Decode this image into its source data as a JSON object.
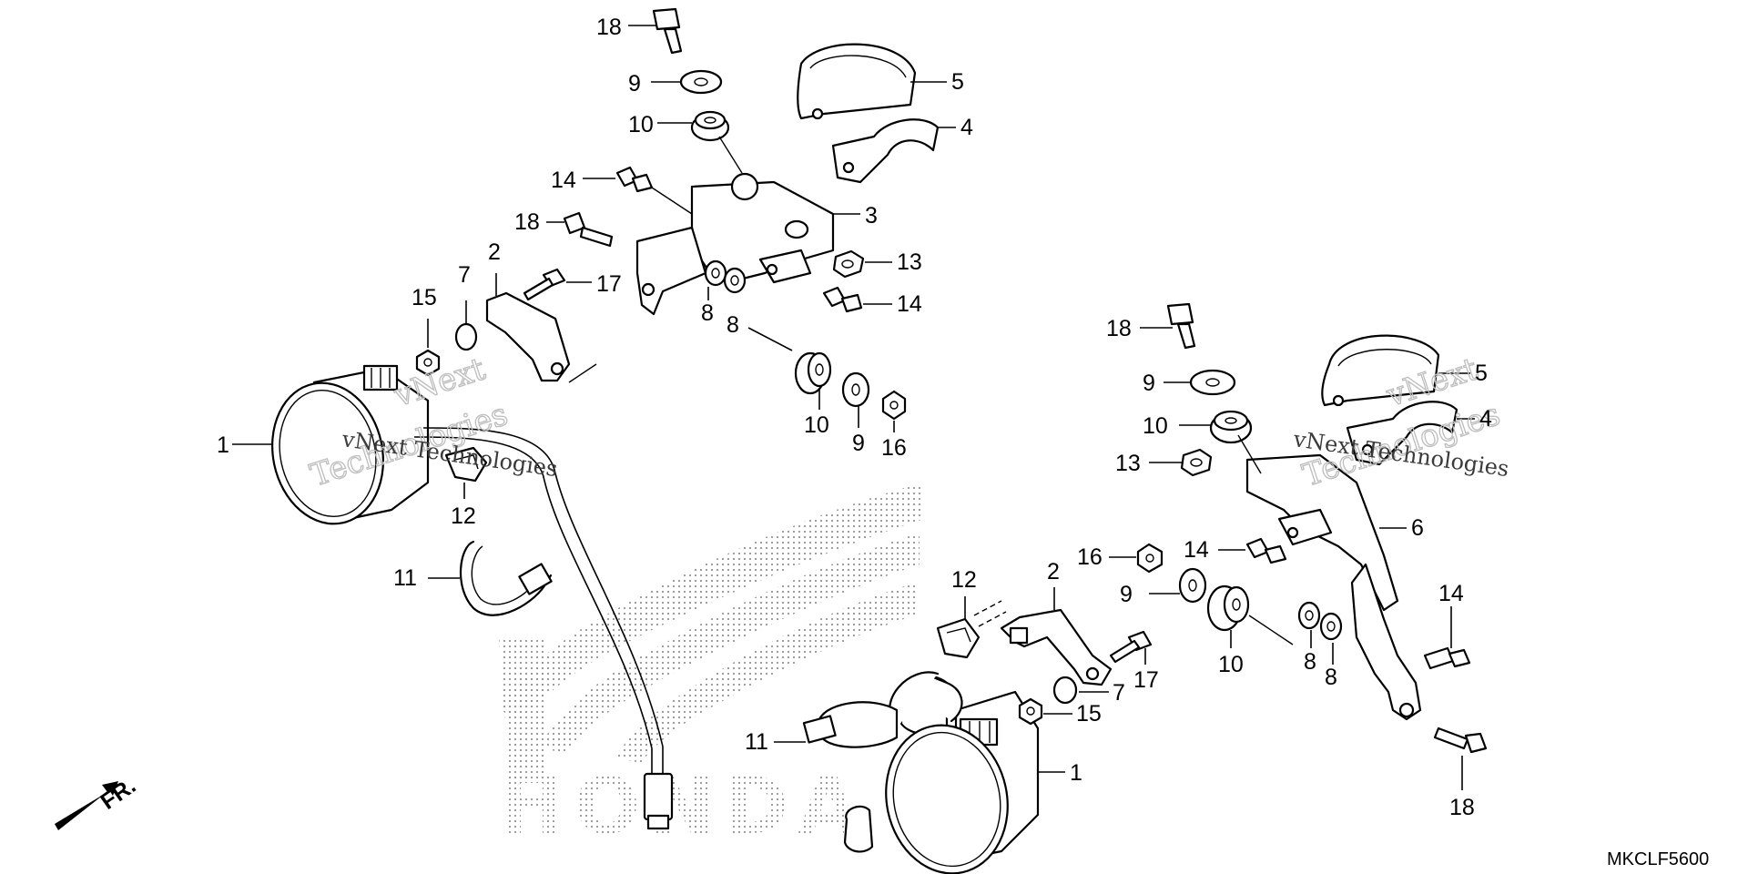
{
  "diagram": {
    "labels": {
      "c1": "1",
      "c2": "2",
      "c3": "3",
      "c4": "4",
      "c5": "5",
      "c6": "6",
      "c7": "7",
      "c8": "8",
      "c9": "9",
      "c10": "10",
      "c11": "11",
      "c12": "12",
      "c13": "13",
      "c14": "14",
      "c15": "15",
      "c16": "16",
      "c17": "17",
      "c18": "18"
    },
    "direction": "FR.",
    "watermark": {
      "line1": "vNext",
      "line2": "Technologies",
      "small": "vNext Technologies"
    },
    "code": "MKCLF5600",
    "brand": "HONDA",
    "colors": {
      "ink": "#000000",
      "watermark": "#bdbdbd",
      "dots": "#8a8a8a"
    }
  }
}
